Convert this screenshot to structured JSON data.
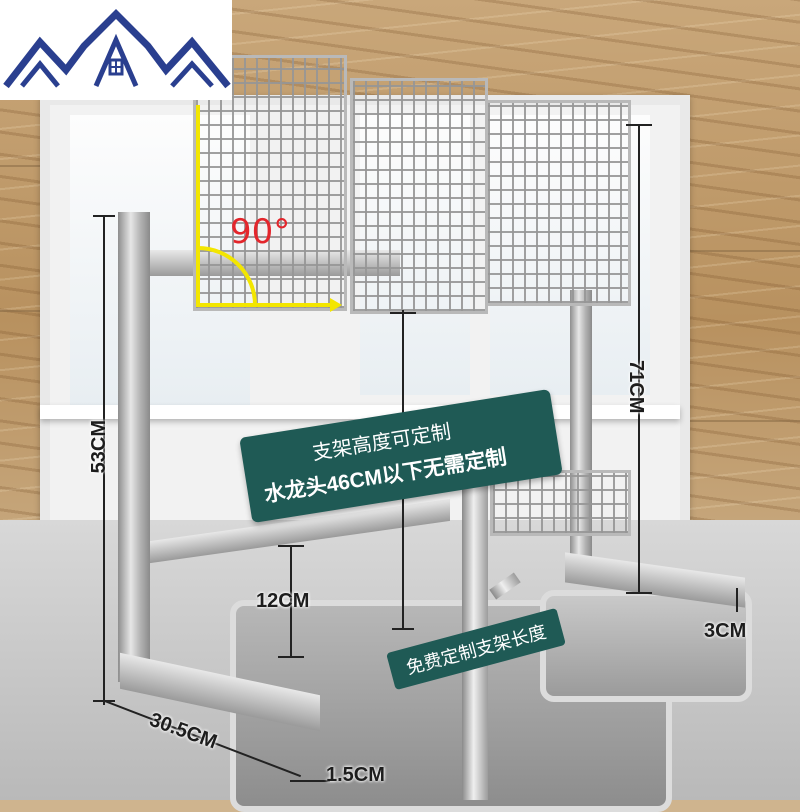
{
  "logo": {
    "icon": "house-roofs-logo"
  },
  "angle_label": "90°",
  "banner": {
    "line1": "支架高度可定制",
    "line2": "水龙头46CM以下无需定制"
  },
  "tag": "免费定制支架长度",
  "dimensions": {
    "height_left": "53CM",
    "height_right": "71CM",
    "gap": "12CM",
    "depth": "30.5CM",
    "tube": "1.5CM",
    "foot": "3CM"
  },
  "colors": {
    "banner_bg": "#1f5a55",
    "angle_red": "#e3262c",
    "angle_yellow": "#f3e600",
    "logo_blue": "#2a3f8f"
  }
}
